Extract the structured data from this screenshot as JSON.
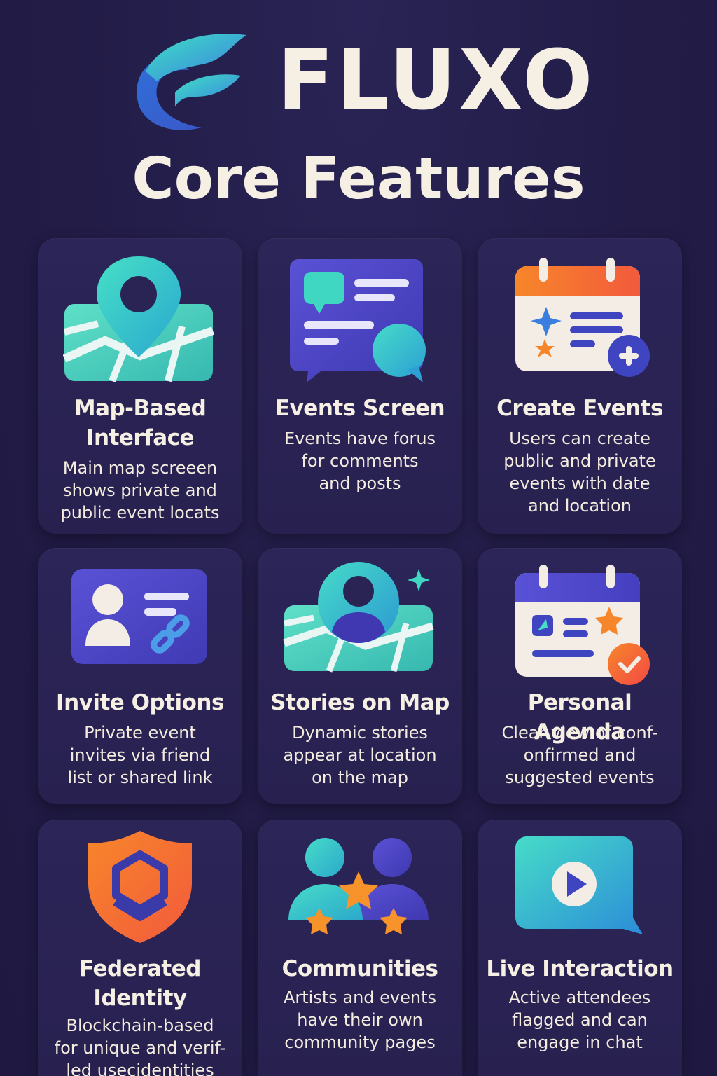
{
  "brand": {
    "name": "FLUXO",
    "logo_icon": "wave-flame-logo-icon"
  },
  "page_title": "Core Features",
  "colors": {
    "background": "#221c47",
    "card": "#2a2454",
    "text": "#f6f0e4",
    "teal": "#3fd6c2",
    "indigo": "#4b45c9",
    "orange": "#f97f2e"
  },
  "features": [
    {
      "title": "Map-Based\nInterface",
      "description": "Main map screeen\nshows private and\npublic event locats",
      "icon": "map-pin-icon"
    },
    {
      "title": "Events Screen",
      "description": "Events have forus\nfor comments\nand posts",
      "icon": "chat-bubbles-icon"
    },
    {
      "title": "Create Events",
      "description": "Users can create\npublic and private\nevents with date\nand location",
      "icon": "calendar-add-icon"
    },
    {
      "title": "Invite Options",
      "description": "Private event\ninvites via friend\nlist or shared link",
      "icon": "contact-card-link-icon"
    },
    {
      "title": "Stories on Map",
      "description": "Dynamic stories\nappear at location\non the map",
      "icon": "map-avatar-icon"
    },
    {
      "title": "Personal Agenda",
      "description": "Clear view of conf-\nonfirmed and\n suggested events",
      "icon": "calendar-check-icon"
    },
    {
      "title": "Federated\nIdentity",
      "description": "Blockchain-based\nfor unique and verif-\nled usecidentities",
      "icon": "shield-identity-icon"
    },
    {
      "title": "Communities",
      "description": "Artists and events\nhave their own\ncommunity pages",
      "icon": "people-stars-icon"
    },
    {
      "title": "Live Interaction",
      "description": "Active attendees\nflagged and can\nengage in chat",
      "icon": "video-chat-icon"
    }
  ]
}
